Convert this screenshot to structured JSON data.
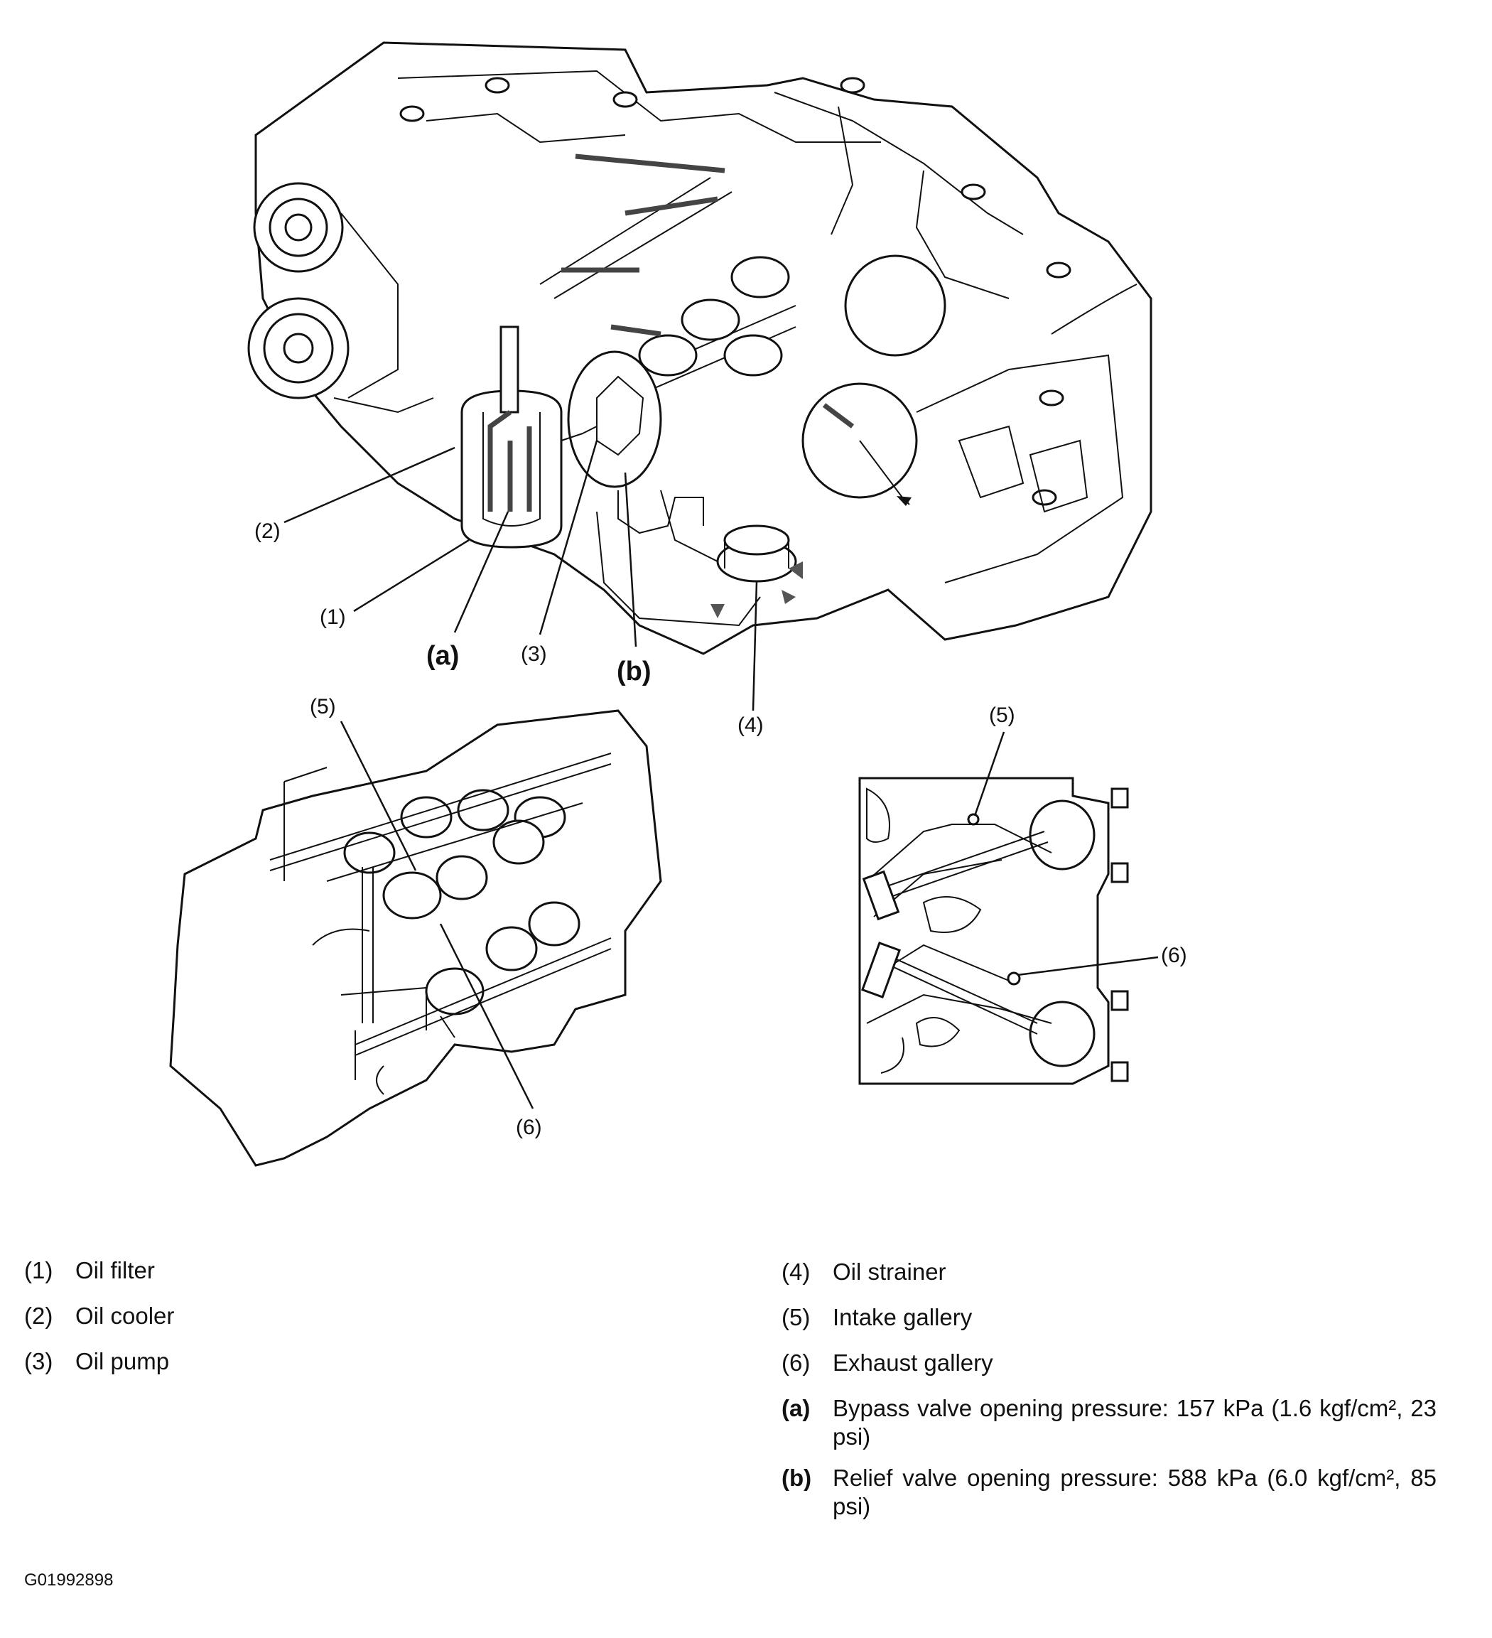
{
  "callouts": {
    "c1": "(1)",
    "c2": "(2)",
    "c3": "(3)",
    "c4": "(4)",
    "ca": "(a)",
    "cb": "(b)",
    "c5_left": "(5)",
    "c6_left": "(6)",
    "c5_right": "(5)",
    "c6_right": "(6)"
  },
  "legend": {
    "left": [
      {
        "num": "(1)",
        "label": "Oil filter"
      },
      {
        "num": "(2)",
        "label": "Oil cooler"
      },
      {
        "num": "(3)",
        "label": "Oil pump"
      }
    ],
    "right": [
      {
        "num": "(4)",
        "label": "Oil strainer"
      },
      {
        "num": "(5)",
        "label": "Intake gallery"
      },
      {
        "num": "(6)",
        "label": "Exhaust gallery"
      }
    ],
    "notes": [
      {
        "num": "(a)",
        "text": "Bypass valve opening pressure: 157 kPa (1.6 kgf/cm², 23 psi)"
      },
      {
        "num": "(b)",
        "text": "Relief valve opening pressure: 588 kPa (6.0 kgf/cm², 85 psi)"
      }
    ]
  },
  "figure_id": "G01992898",
  "colors": {
    "ink": "#111111",
    "background": "#ffffff",
    "flow_arrow": "#444444"
  }
}
